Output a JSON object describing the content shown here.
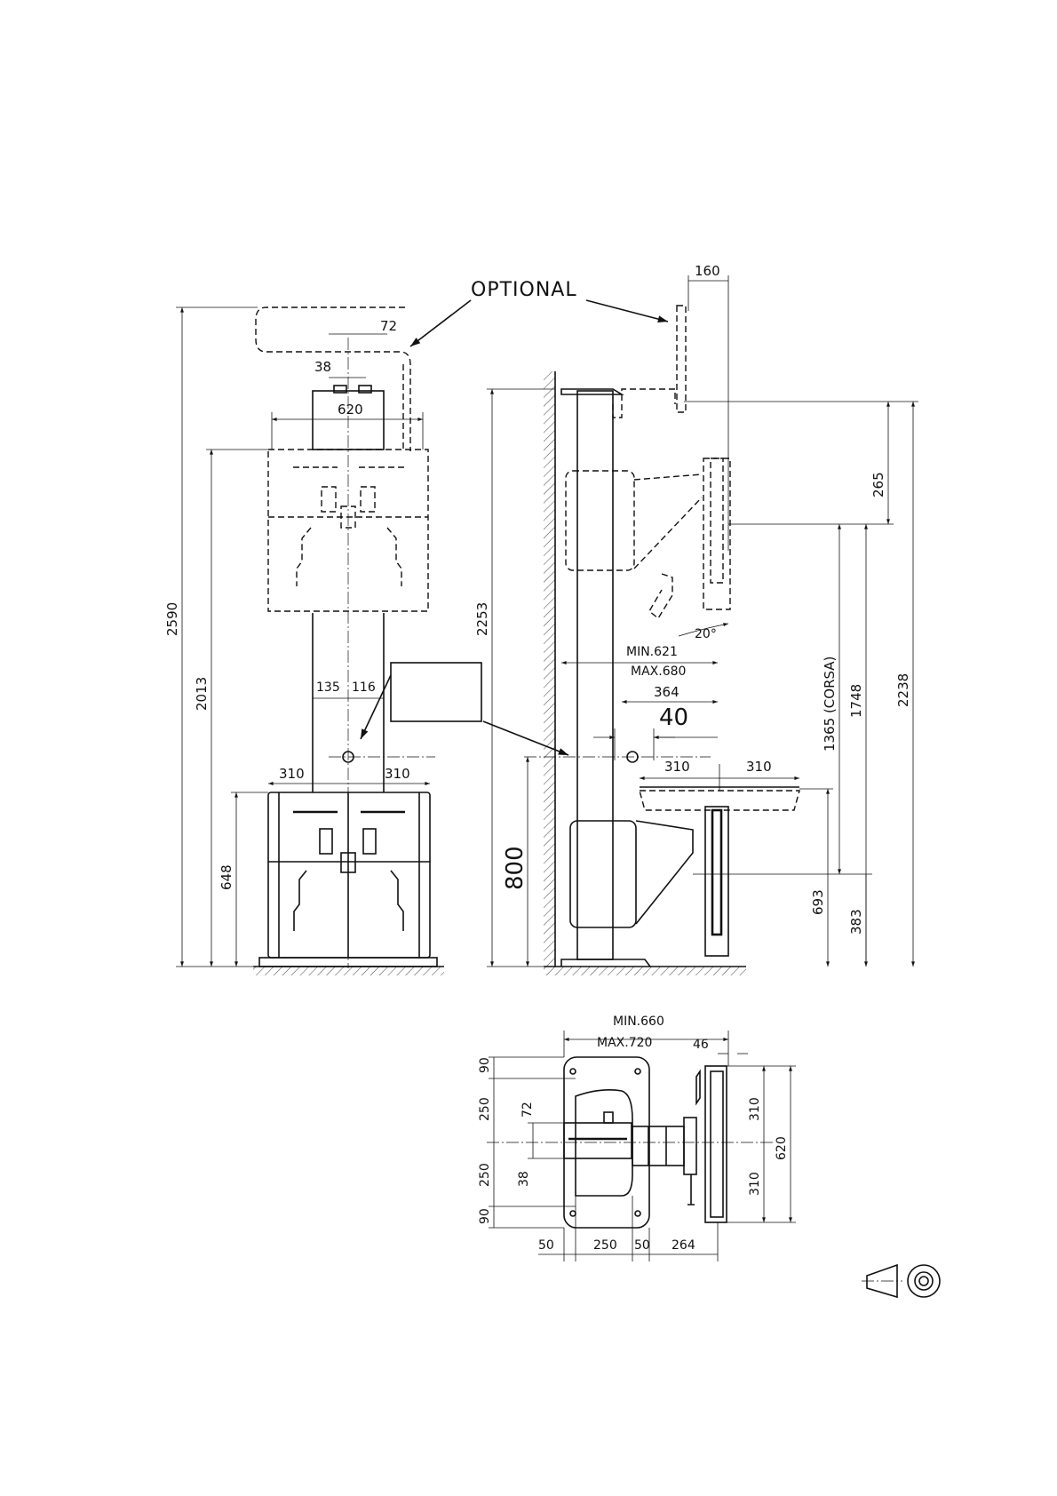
{
  "labels": {
    "optional": "OPTIONAL",
    "corsa": "1365 (CORSA)",
    "angle": "20°",
    "min_621": "MIN.621",
    "max_680": "MAX.680",
    "min_660": "MIN.660",
    "max_720": "MAX.720"
  },
  "front_view": {
    "d_72": "72",
    "d_38": "38",
    "d_620": "620",
    "d_2590": "2590",
    "d_2013": "2013",
    "d_135": "135",
    "d_116": "116",
    "d_310_left": "310",
    "d_310_right": "310",
    "d_648": "648"
  },
  "side_view": {
    "d_160": "160",
    "d_2253": "2253",
    "d_265": "265",
    "d_1748": "1748",
    "d_2238": "2238",
    "d_364": "364",
    "d_40": "40",
    "d_310_left": "310",
    "d_310_right": "310",
    "d_800": "800",
    "d_693": "693",
    "d_383": "383"
  },
  "top_view": {
    "d_46": "46",
    "d_90_top": "90",
    "d_250_top": "250",
    "d_72": "72",
    "d_38": "38",
    "d_250_bottom": "250",
    "d_90_bottom": "90",
    "d_310_top": "310",
    "d_620": "620",
    "d_310_bottom": "310",
    "d_50_left": "50",
    "d_250": "250",
    "d_50_mid": "50",
    "d_264": "264"
  },
  "icons": {
    "projection_symbol": "first-angle-projection-icon"
  }
}
